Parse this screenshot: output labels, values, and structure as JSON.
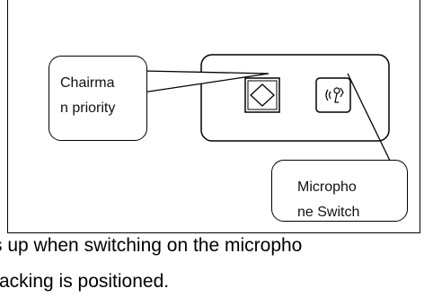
{
  "callouts": {
    "chairman_priority": {
      "line1": "Chairma",
      "line2": "n priority"
    },
    "microphone_switch": {
      "line1": "Micropho",
      "line2": "ne  Switch"
    }
  },
  "body_text": {
    "line1": "s up when switching on the micropho",
    "line2": "racking is positioned."
  },
  "icons": {
    "priority": "diamond-icon",
    "mic": "microphone-icon"
  }
}
